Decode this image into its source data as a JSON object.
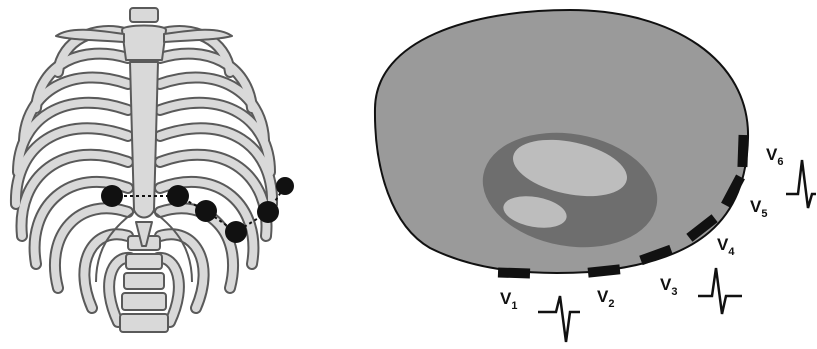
{
  "colors": {
    "bone_fill": "#d9d9d9",
    "bone_stroke": "#5a5a5a",
    "electrode": "#111111",
    "torso_fill": "#9a9a9a",
    "heart_ring": "#6e6e6e",
    "chamber_fill": "#bdbdbd",
    "trace": "#111111"
  },
  "leads": [
    {
      "letter": "V",
      "number": "1"
    },
    {
      "letter": "V",
      "number": "2"
    },
    {
      "letter": "V",
      "number": "3"
    },
    {
      "letter": "V",
      "number": "4"
    },
    {
      "letter": "V",
      "number": "5"
    },
    {
      "letter": "V",
      "number": "6"
    }
  ],
  "chest_electrode_count": 6,
  "ecg_trace_count": 3
}
